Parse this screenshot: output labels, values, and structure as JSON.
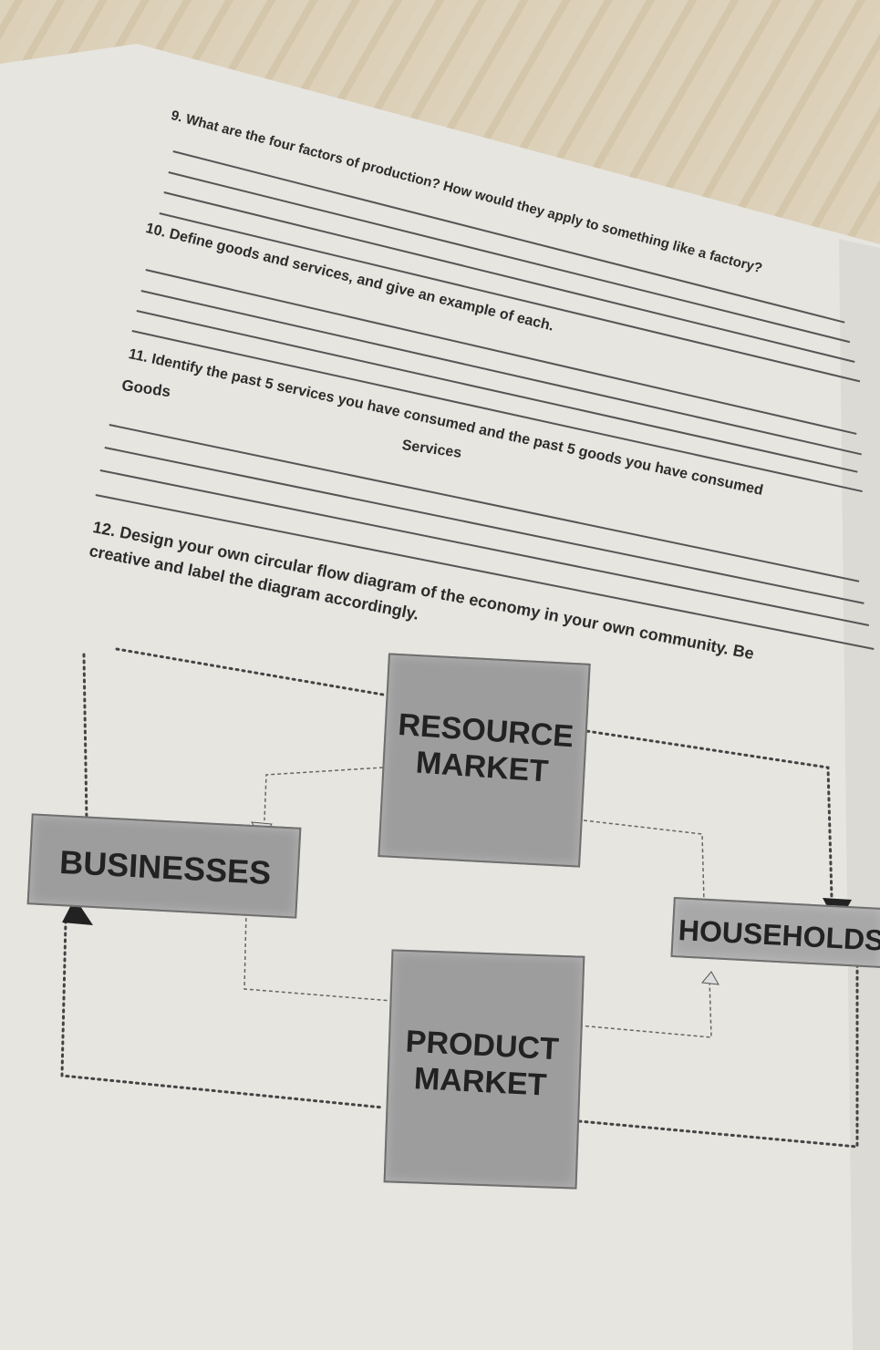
{
  "questions": {
    "q9": "9. What are the four factors of production? How would they apply to something like a factory?",
    "q10": "10. Define goods and services, and give an example of each.",
    "q11": "11. Identify the past 5 services you have consumed and the past 5 goods you have consumed",
    "q11_goods": "Goods",
    "q11_services": "Services",
    "q12_line1": "12. Design your own circular flow diagram of the economy in your own community. Be",
    "q12_line2": "creative and label the diagram accordingly."
  },
  "diagram": {
    "resource_market": [
      "RESOURCE",
      "MARKET"
    ],
    "product_market": [
      "PRODUCT",
      "MARKET"
    ],
    "businesses": "BUSINESSES",
    "households": "HOUSEHOLDS"
  },
  "colors": {
    "paper": "#e7e5e0",
    "wood": "#d8ccb3",
    "box": "#9d9d9d"
  }
}
